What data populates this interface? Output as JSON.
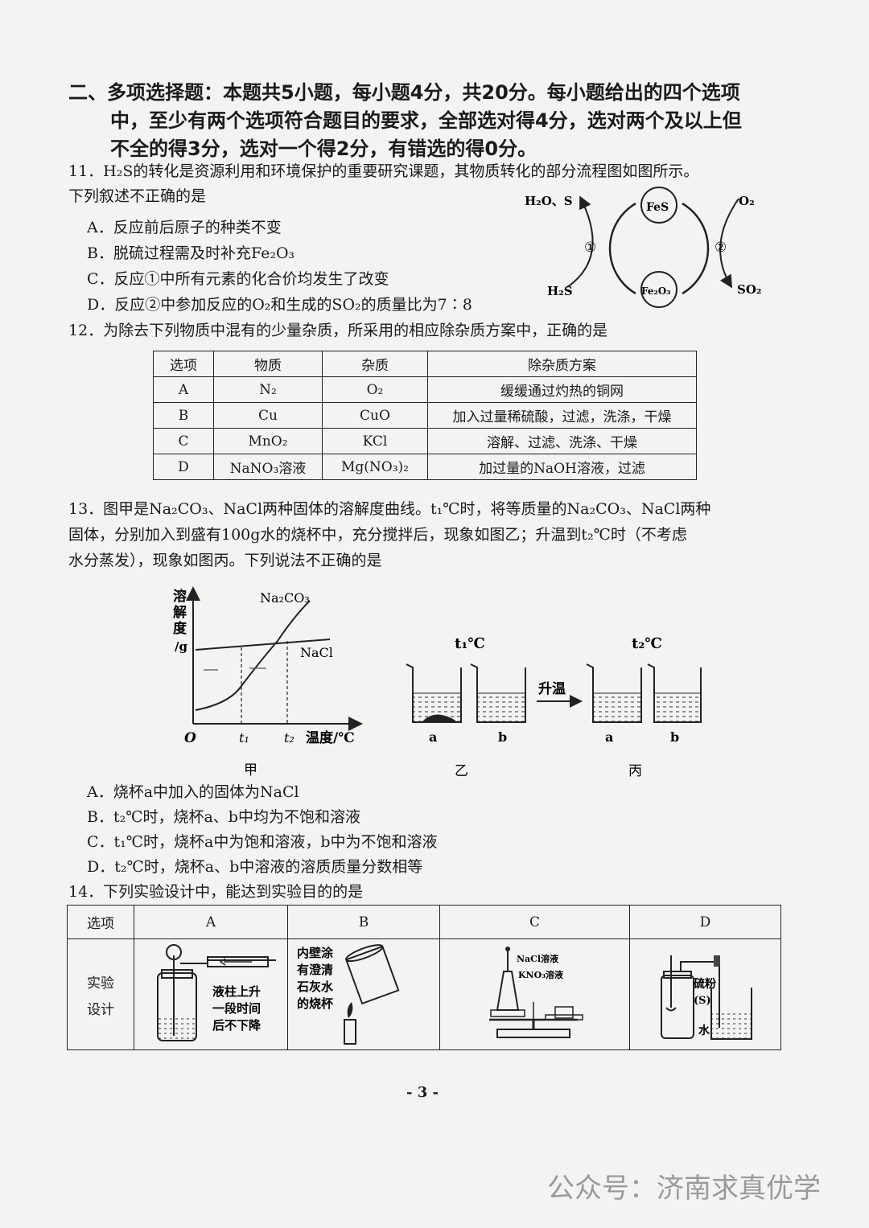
{
  "section": {
    "line1": "二、多项选择题：本题共5小题，每小题4分，共20分。每小题给出的四个选项",
    "line2": "中，至少有两个选项符合题目的要求，全部选对得4分，选对两个及以上但",
    "line3": "不全的得3分，选对一个得2分，有错选的得0分。"
  },
  "q11": {
    "stem1": "11．H₂S的转化是资源利用和环境保护的重要研究课题，其物质转化的部分流程图如图所示。",
    "stem2": "下列叙述不正确的是",
    "A": "A．反应前后原子的种类不变",
    "B": "B．脱硫过程需及时补充Fe₂O₃",
    "C": "C．反应①中所有元素的化合价均发生了改变",
    "D": "D．反应②中参加反应的O₂和生成的SO₂的质量比为7∶8",
    "diagram": {
      "top_left": "H₂O、S",
      "top_circle": "FeS",
      "top_right": "O₂",
      "left_num": "①",
      "right_num": "②",
      "bottom_left": "H₂S",
      "bottom_circle": "Fe₂O₃",
      "bottom_right": "SO₂"
    }
  },
  "q12": {
    "stem": "12．为除去下列物质中混有的少量杂质，所采用的相应除杂质方案中，正确的是",
    "headers": [
      "选项",
      "物质",
      "杂质",
      "除杂质方案"
    ],
    "rows": [
      [
        "A",
        "N₂",
        "O₂",
        "缓缓通过灼热的铜网"
      ],
      [
        "B",
        "Cu",
        "CuO",
        "加入过量稀硫酸，过滤，洗涤，干燥"
      ],
      [
        "C",
        "MnO₂",
        "KCl",
        "溶解、过滤、洗涤、干燥"
      ],
      [
        "D",
        "NaNO₃溶液",
        "Mg(NO₃)₂",
        "加过量的NaOH溶液，过滤"
      ]
    ]
  },
  "q13": {
    "stem1": "13．图甲是Na₂CO₃、NaCl两种固体的溶解度曲线。t₁℃时，将等质量的Na₂CO₃、NaCl两种",
    "stem2": "固体，分别加入到盛有100g水的烧杯中，充分搅拌后，现象如图乙；升温到t₂℃时（不考虑",
    "stem3": "水分蒸发），现象如图丙。下列说法不正确的是",
    "graph": {
      "y_label_1": "溶",
      "y_label_2": "解",
      "y_label_3": "度",
      "y_label_4": "/g",
      "origin": "O",
      "t1": "t₁",
      "t2": "t₂",
      "x_label": "温度/℃",
      "na2co3": "Na₂CO₃",
      "nacl": "NaCl",
      "caption": "甲"
    },
    "beakers": {
      "t1": "t₁℃",
      "t2": "t₂℃",
      "arrow": "升温",
      "a1": "a",
      "b1": "b",
      "a2": "a",
      "b2": "b",
      "cap_yi": "乙",
      "cap_bing": "丙"
    },
    "A": "A．烧杯a中加入的固体为NaCl",
    "B": "B．t₂℃时，烧杯a、b中均为不饱和溶液",
    "C": "C．t₁℃时，烧杯a中为饱和溶液，b中为不饱和溶液",
    "D": "D．t₂℃时，烧杯a、b中溶液的溶质质量分数相等"
  },
  "q14": {
    "stem": "14．下列实验设计中，能达到实验目的的是",
    "h_option": "选项",
    "hA": "A",
    "hB": "B",
    "hC": "C",
    "hD": "D",
    "row_label_1": "实验",
    "row_label_2": "设计",
    "A_text_1": "液柱上升",
    "A_text_2": "一段时间",
    "A_text_3": "后不下降",
    "B_text_1": "内壁涂",
    "B_text_2": "有澄清",
    "B_text_3": "石灰水",
    "B_text_4": "的烧杯",
    "C_text_1": "NaCl溶液",
    "C_text_2": "KNO₃溶液",
    "D_text_1": "硫粉",
    "D_text_2": "(S)",
    "D_text_3": "水"
  },
  "page_number": "- 3 -",
  "watermark": "公众号：济南求真优学"
}
